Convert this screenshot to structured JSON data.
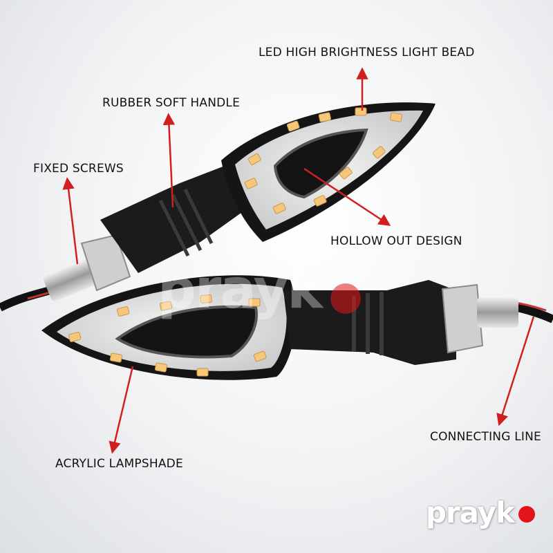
{
  "labels": {
    "led": "LED HIGH BRIGHTNESS LIGHT BEAD",
    "rubber": "RUBBER SOFT HANDLE",
    "screws": "FIXED SCREWS",
    "hollow": "HOLLOW OUT DESIGN",
    "line": "CONNECTING LINE",
    "acrylic": "ACRYLIC LAMPSHADE"
  },
  "brand": {
    "name": "prayk",
    "watermark": "prayk"
  },
  "colors": {
    "arrow": "#d11f1f",
    "led": "#f6c77a",
    "brand_dot": "#e3151a",
    "housing": "#1a1a1a"
  }
}
